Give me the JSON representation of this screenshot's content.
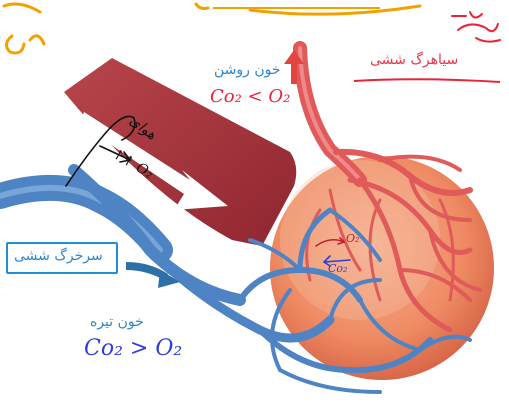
{
  "labels": {
    "pulmonary_vein": "سیاهرگ ششی",
    "pulmonary_artery": "سرخرگ ششی",
    "oxygenated_blood": "خون روشن",
    "deoxygenated_blood": "خون تیره",
    "alveolar_air": "هوای"
  },
  "annotations": {
    "oxygenated_formula": "Co₂ < O₂",
    "deoxygenated_formula": "Co₂ > O₂",
    "air_formula": "↑↑ O₂",
    "inside_o2": "O₂",
    "inside_co2": "Co₂"
  },
  "colors": {
    "artery_blue": "#4f84c4",
    "vein_red": "#e05a5a",
    "alveolus_orange": "#f08c69",
    "airway_maroon": "#a8333a",
    "label_blue": "#2f86c9",
    "label_red": "#e23a4f",
    "pen_orange": "#f2a200",
    "pen_red": "#e8243a",
    "pen_blue": "#2d3fd8"
  }
}
